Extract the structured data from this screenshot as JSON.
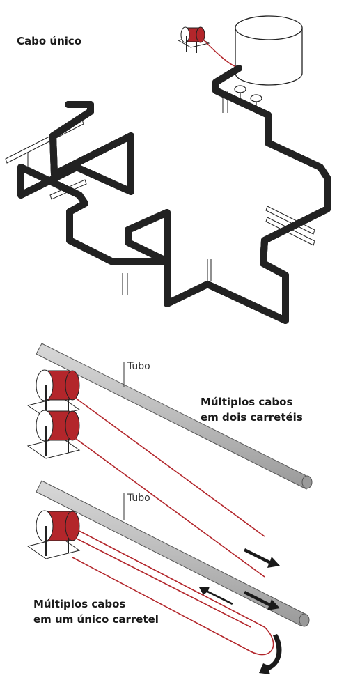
{
  "labels": {
    "single_cable": "Cabo único",
    "tube_top": "Tubo",
    "tube_bottom": "Tubo",
    "multi_two_reels_line1": "Múltiplos cabos",
    "multi_two_reels_line2": "em dois carretéis",
    "multi_one_reel_line1": "Múltiplos cabos",
    "multi_one_reel_line2": "em um único carretel"
  },
  "colors": {
    "cable_red": "#b3262b",
    "pipe_gray": "#b9b9b9",
    "outline": "#222222",
    "arrow": "#1a1a1a"
  },
  "icons": [
    "cable-reel-icon",
    "valve-handle-icon",
    "arrow-icon",
    "rotate-arrow-icon"
  ]
}
